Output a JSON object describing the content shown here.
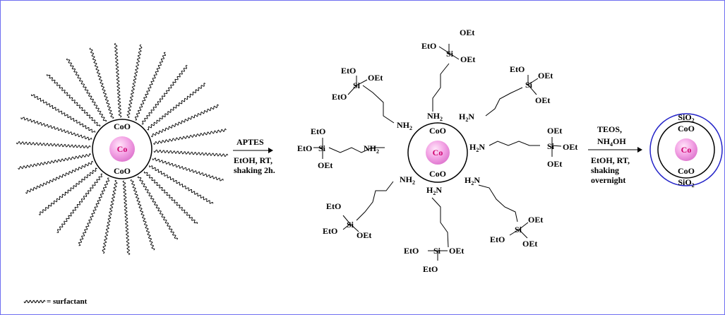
{
  "diagram": {
    "core": {
      "metal": "Co",
      "oxide": "CoO",
      "silica": "SiO2"
    },
    "step1": {
      "reagent": "APTES",
      "conditions": [
        "EtOH, RT,",
        "shaking 2h."
      ]
    },
    "step2": {
      "reagent_1": "TEOS,",
      "reagent_2": "NH4OH",
      "conditions": [
        "EtOH, RT,",
        "shaking",
        "overnight"
      ]
    },
    "ligand": {
      "amine": "NH2",
      "silicon": "Si",
      "ethoxy_right": "OEt",
      "ethoxy_left": "EtO"
    },
    "legend": {
      "text": "= surfactant"
    },
    "colors": {
      "core_fill": "#f4a7e6",
      "core_text": "#d0006f",
      "silica_shell": "#2323c8",
      "frame": "#6f6ff0"
    }
  }
}
